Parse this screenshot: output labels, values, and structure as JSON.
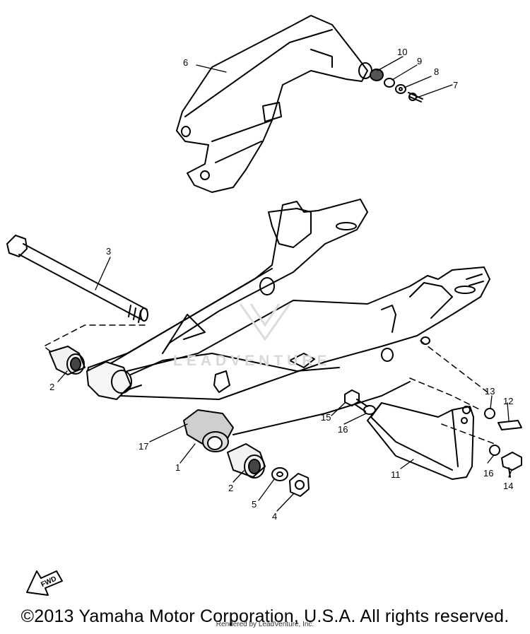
{
  "copyright": "©2013 Yamaha Motor Corporation, U.S.A. All rights reserved.",
  "render_credit": "Rendered by LeadVenture, Inc.",
  "watermark": "LEADVENTURE",
  "fwd_label": "FWD",
  "callouts": [
    {
      "id": "1",
      "text": "1"
    },
    {
      "id": "2a",
      "text": "2"
    },
    {
      "id": "2b",
      "text": "2"
    },
    {
      "id": "3",
      "text": "3"
    },
    {
      "id": "4",
      "text": "4"
    },
    {
      "id": "5",
      "text": "5"
    },
    {
      "id": "6",
      "text": "6"
    },
    {
      "id": "7",
      "text": "7"
    },
    {
      "id": "8",
      "text": "8"
    },
    {
      "id": "9",
      "text": "9"
    },
    {
      "id": "10",
      "text": "10"
    },
    {
      "id": "11",
      "text": "11"
    },
    {
      "id": "12",
      "text": "12"
    },
    {
      "id": "13",
      "text": "13"
    },
    {
      "id": "14",
      "text": "14"
    },
    {
      "id": "15",
      "text": "15"
    },
    {
      "id": "16a",
      "text": "16"
    },
    {
      "id": "16b",
      "text": "16"
    },
    {
      "id": "17",
      "text": "17"
    }
  ]
}
